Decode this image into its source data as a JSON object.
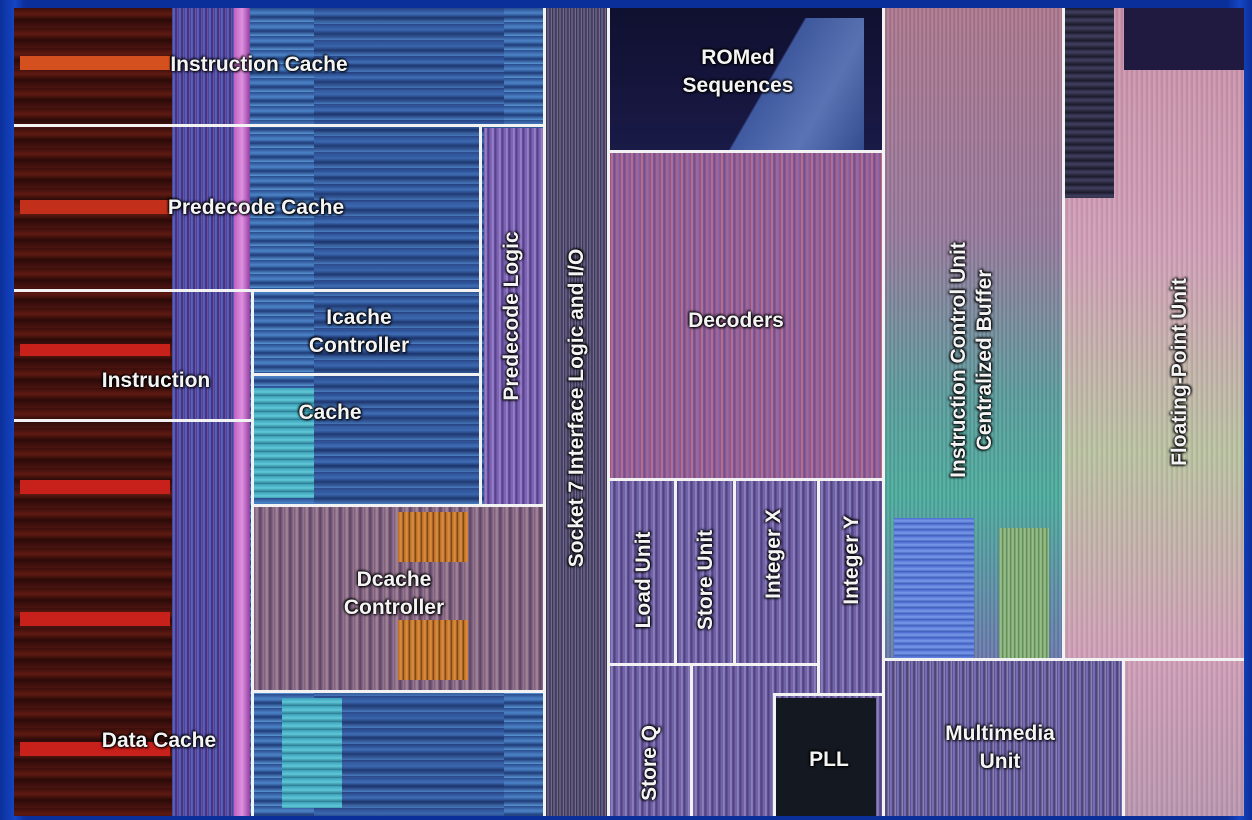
{
  "labels": {
    "instruction_cache": "Instruction Cache",
    "predecode_cache": "Predecode Cache",
    "icache_controller_line1": "Icache",
    "icache_controller_line2": "Controller",
    "instruction": "Instruction",
    "cache": "Cache",
    "dcache_controller_line1": "Dcache",
    "dcache_controller_line2": "Controller",
    "data_cache": "Data Cache",
    "predecode_logic": "Predecode Logic",
    "socket7": "Socket 7 Interface Logic and I/O",
    "romed_line1": "ROMed",
    "romed_line2": "Sequences",
    "decoders": "Decoders",
    "load_unit": "Load Unit",
    "store_unit": "Store Unit",
    "integer_x": "Integer X",
    "integer_y": "Integer Y",
    "store_q": "Store Q",
    "pll": "PLL",
    "icu_line1": "Instruction Control Unit",
    "icu_line2": "Centralized Buffer",
    "multimedia_line1": "Multimedia",
    "multimedia_line2": "Unit",
    "fpu": "Floating-Point Unit"
  },
  "colors": {
    "frame_blue": "#0b2f9a",
    "outline": "#f2f2f2",
    "cache_red": "#5a1a14",
    "cache_blue": "#2c5fa8",
    "logic_magenta": "#8a4a7a",
    "fpu_pink": "#c08aa8"
  }
}
